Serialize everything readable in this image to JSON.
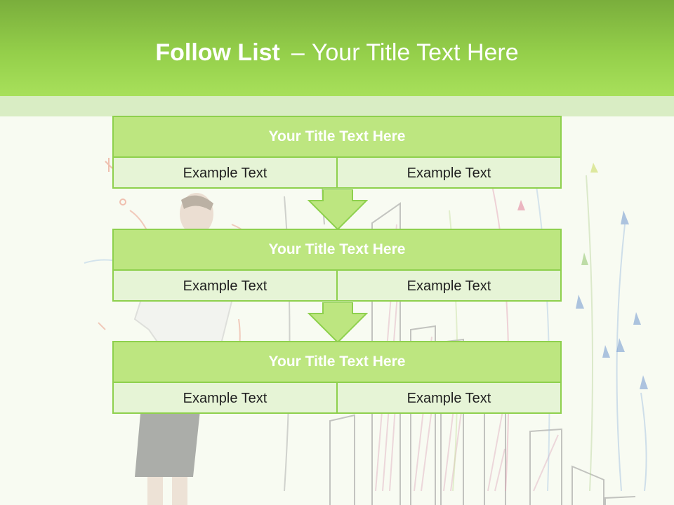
{
  "slide": {
    "title_bold": "Follow List",
    "title_dash": "–",
    "title_rest": "Your Title Text Here"
  },
  "blocks": [
    {
      "title": "Your Title Text Here",
      "cells": [
        "Example Text",
        "Example Text"
      ]
    },
    {
      "title": "Your Title Text Here",
      "cells": [
        "Example Text",
        "Example Text"
      ]
    },
    {
      "title": "Your Title Text Here",
      "cells": [
        "Example Text",
        "Example Text"
      ]
    }
  ],
  "colors": {
    "header_top": "#7aae3c",
    "header_bottom": "#a8e05b",
    "band": "#d9edc4",
    "block_head": "#bde680",
    "block_body": "#e6f4d6",
    "border": "#8ed04d"
  }
}
